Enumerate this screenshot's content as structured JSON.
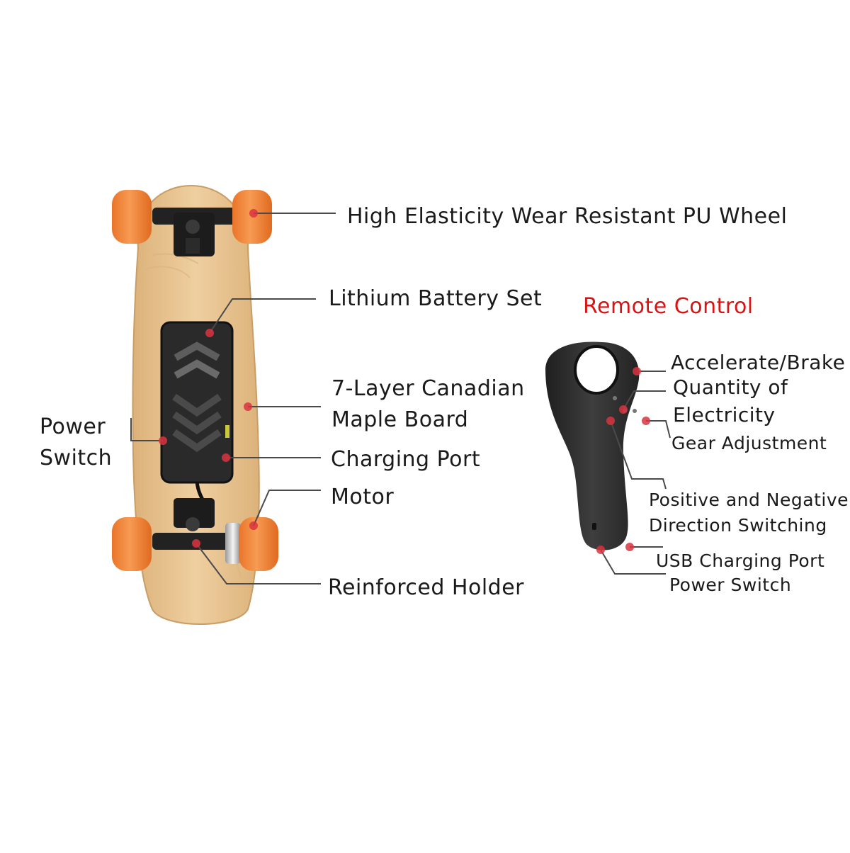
{
  "labels": {
    "pu_wheel": "High Elasticity Wear Resistant PU Wheel",
    "battery": "Lithium Battery Set",
    "board_line1": "7-Layer Canadian",
    "board_line2": "Maple Board",
    "power_switch_line1": "Power",
    "power_switch_line2": "Switch",
    "charging_port": "Charging Port",
    "motor": "Motor",
    "reinforced_holder": "Reinforced Holder"
  },
  "remote": {
    "title": "Remote Control",
    "accelerate_brake": "Accelerate/Brake",
    "quantity_line1": "Quantity of",
    "quantity_line2": "Electricity",
    "gear_adjustment": "Gear Adjustment",
    "direction_line1": "Positive and Negative",
    "direction_line2": "Direction Switching",
    "usb_charging_port": "USB Charging Port",
    "power_switch": "Power Switch"
  },
  "colors": {
    "callout_dot": "#d9343f",
    "title_red": "#d61414",
    "wheel_orange": "#f58a3c",
    "deck_wood": "#ecc896",
    "remote_body": "#2f2f2f"
  }
}
